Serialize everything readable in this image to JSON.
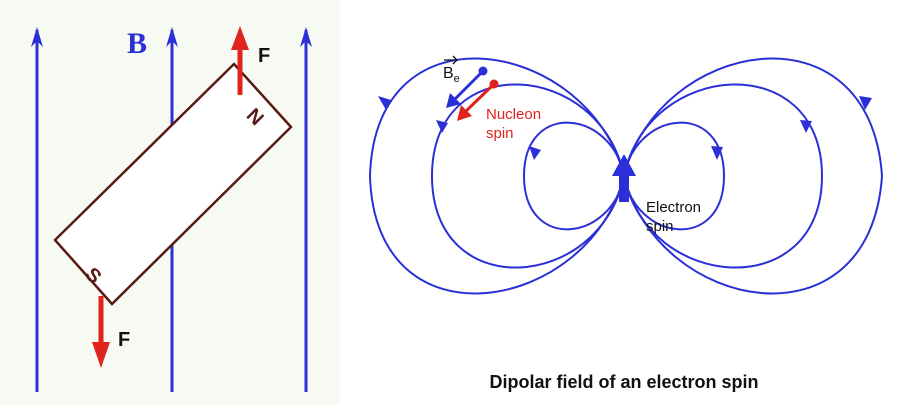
{
  "left_diagram": {
    "field_label": "B",
    "force_label_top": "F",
    "force_label_bottom": "F",
    "north_pole": "N",
    "south_pole": "S"
  },
  "right_diagram": {
    "field_vector_label": "B",
    "field_vector_subscript": "e",
    "nucleon_label_line1": "Nucleon",
    "nucleon_label_line2": "spin",
    "electron_label_line1": "Electron",
    "electron_label_line2": "spin",
    "caption": "Dipolar field of an electron spin"
  },
  "colors": {
    "field_line": "#2b2fd8",
    "force_arrow": "#e0231c",
    "magnet_outline": "#5a1a14",
    "text": "#111111"
  }
}
